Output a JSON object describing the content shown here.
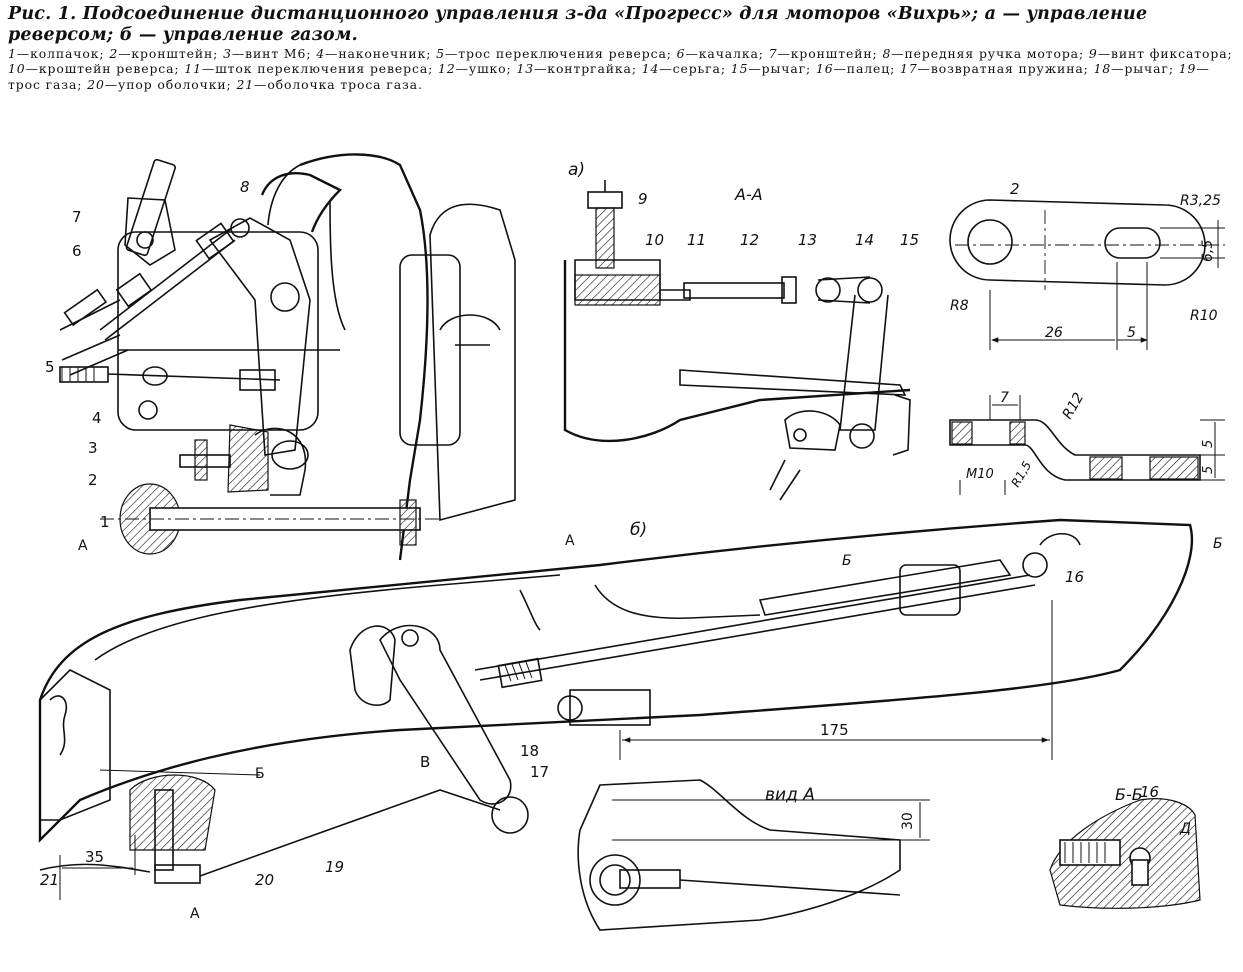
{
  "caption": {
    "title": "Рис. 1. Подсоединение дистанционного управления з-да «Прогресс» для моторов «Вихрь»; а — управление реверсом; б — управление газом.",
    "legend": [
      {
        "n": "1",
        "t": "колпачок"
      },
      {
        "n": "2",
        "t": "кронштейн"
      },
      {
        "n": "3",
        "t": "винт М6"
      },
      {
        "n": "4",
        "t": "наконечник"
      },
      {
        "n": "5",
        "t": "трос переключения реверса"
      },
      {
        "n": "6",
        "t": "качалка"
      },
      {
        "n": "7",
        "t": "кронштейн"
      },
      {
        "n": "8",
        "t": "передняя ручка мотора"
      },
      {
        "n": "9",
        "t": "винт фиксатора"
      },
      {
        "n": "10",
        "t": "кроштейн реверса"
      },
      {
        "n": "11",
        "t": "шток переключения реверса"
      },
      {
        "n": "12",
        "t": "ушко"
      },
      {
        "n": "13",
        "t": "контргайка"
      },
      {
        "n": "14",
        "t": "серьга"
      },
      {
        "n": "15",
        "t": "рычаг"
      },
      {
        "n": "16",
        "t": "палец"
      },
      {
        "n": "17",
        "t": "возвратная пружина"
      },
      {
        "n": "18",
        "t": "рычаг"
      },
      {
        "n": "19",
        "t": "трос газа"
      },
      {
        "n": "20",
        "t": "упор оболочки"
      },
      {
        "n": "21",
        "t": "оболочка троса газа"
      }
    ]
  },
  "view_labels": {
    "a": "а)",
    "b": "б)",
    "section_aa": "А-А",
    "section_bb": "Б-Б",
    "view_a": "вид А",
    "arrow_a": "А",
    "arrow_b": "Б",
    "point_v": "В",
    "point_d": "Д"
  },
  "callouts": {
    "c1": "1",
    "c2": "2",
    "c3": "3",
    "c4": "4",
    "c5": "5",
    "c6": "6",
    "c7": "7",
    "c8": "8",
    "c9": "9",
    "c10": "10",
    "c11": "11",
    "c12": "12",
    "c13": "13",
    "c14": "14",
    "c15": "15",
    "c16a": "16",
    "c16b": "16",
    "c17": "17",
    "c18": "18",
    "c19": "19",
    "c20": "20",
    "c21": "21",
    "c2b": "2"
  },
  "dimensions": {
    "r325": "R3,25",
    "d65": "6,5",
    "r8": "R8",
    "r10": "R10",
    "d26": "26",
    "d5a": "5",
    "d7": "7",
    "r12": "R12",
    "m10": "M10",
    "r15": "R1,5",
    "d5b": "5",
    "d5c": "5",
    "d175": "175",
    "d35": "35",
    "d30": "30"
  }
}
